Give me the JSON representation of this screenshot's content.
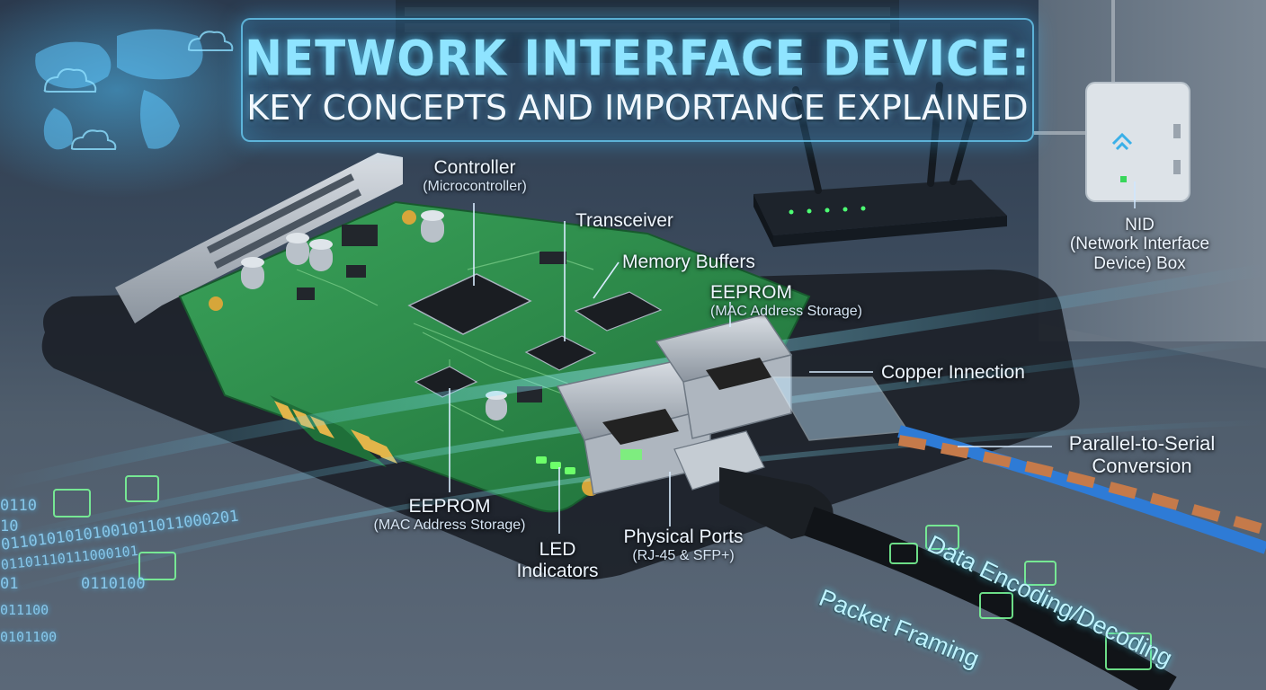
{
  "title": {
    "line1": "NETWORK INTERFACE DEVICE:",
    "line2": "KEY CONCEPTS AND IMPORTANCE EXPLAINED"
  },
  "labels": {
    "controller": {
      "main": "Controller",
      "sub": "(Microcontroller)"
    },
    "transceiver": {
      "main": "Transceiver"
    },
    "memory_buffers": {
      "main": "Memory Buffers"
    },
    "eeprom_top": {
      "main": "EEPROM",
      "sub": "(MAC Address Storage)"
    },
    "copper": {
      "main": "Copper Innection"
    },
    "parallel_serial": {
      "line1": "Parallel-to-Serial",
      "line2": "Conversion"
    },
    "eeprom_bottom": {
      "main": "EEPROM",
      "sub": "(MAC Address Storage)"
    },
    "led": {
      "line1": "LED",
      "line2": "Indicators"
    },
    "ports": {
      "main": "Physical Ports",
      "sub": "(RJ-45 & SFP+)"
    },
    "nid": {
      "line1": "NID",
      "line2": "(Network Interface",
      "line3": "Device) Box"
    }
  },
  "streams": {
    "encoding": "Data Encoding/Decoding",
    "framing": "Packet Framing"
  },
  "binary_stream": [
    "0110",
    "10",
    "01101010101001011011000201",
    "01101110111000101",
    "0110100",
    "01",
    "011100",
    "0101100"
  ],
  "colors": {
    "accent_cyan": "#6fdcff",
    "pcb_green": "#2f8f4a",
    "led_green": "#6dff6a"
  }
}
